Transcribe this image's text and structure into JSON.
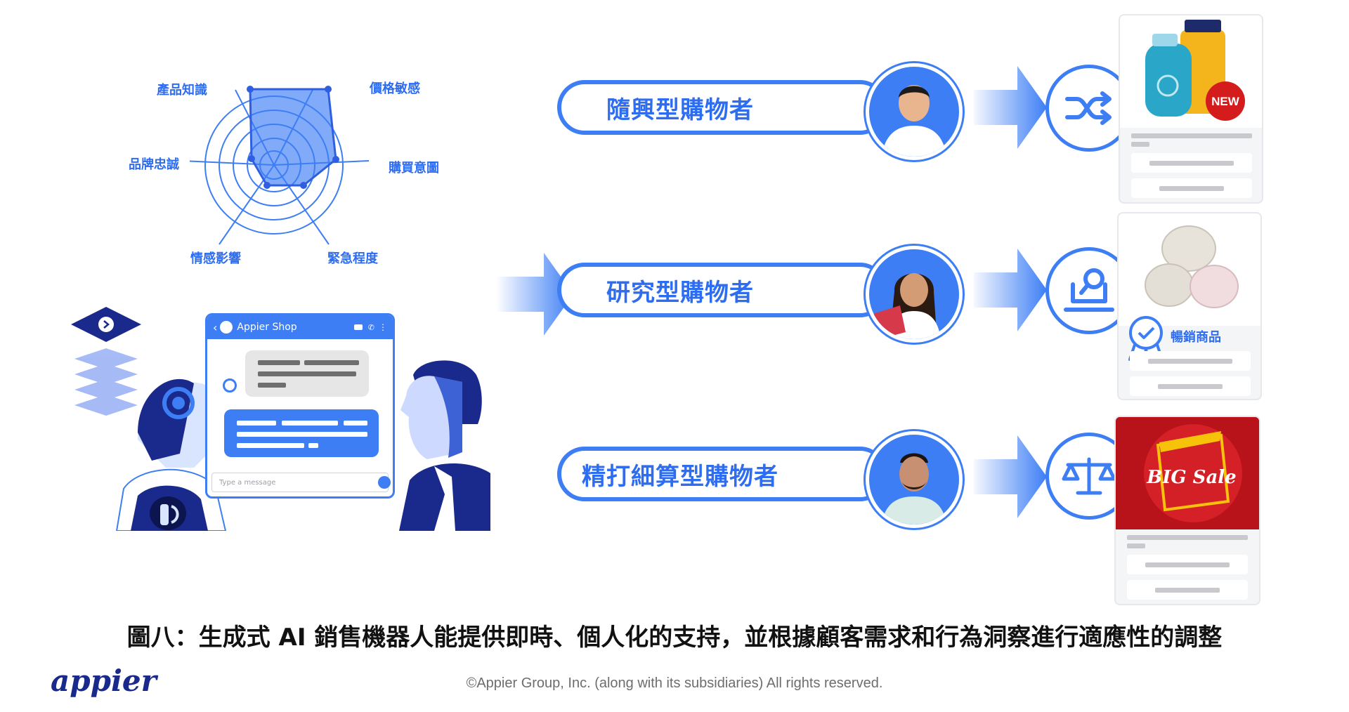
{
  "radar": {
    "labels": [
      "產品知識",
      "價格敏感",
      "購買意圖",
      "緊急程度",
      "情感影響",
      "品牌忠誠"
    ]
  },
  "chat": {
    "shop_name": "Appier Shop",
    "input_placeholder": "Type a message"
  },
  "shoppers": [
    {
      "label": "隨興型購物者",
      "icon": "shuffle-icon",
      "product": "sunscreen",
      "badge": "NEW"
    },
    {
      "label": "研究型購物者",
      "icon": "search-laptop-icon",
      "product": "skincare-jars",
      "badge": "暢銷商品"
    },
    {
      "label": "精打細算型購物者",
      "icon": "balance-scale-icon",
      "product": "big-sale-banner",
      "badge": "BIG Sale"
    }
  ],
  "caption": "圖八：生成式 AI 銷售機器人能提供即時、個人化的支持，並根據顧客需求和行為洞察進行適應性的調整",
  "footer": {
    "logo": "appier",
    "copyright": "©Appier Group, Inc. (along with its subsidiaries) All rights reserved."
  },
  "colors": {
    "accent": "#3d7ef5",
    "dark_navy": "#1a2a8c",
    "sale_red": "#c8161d"
  }
}
